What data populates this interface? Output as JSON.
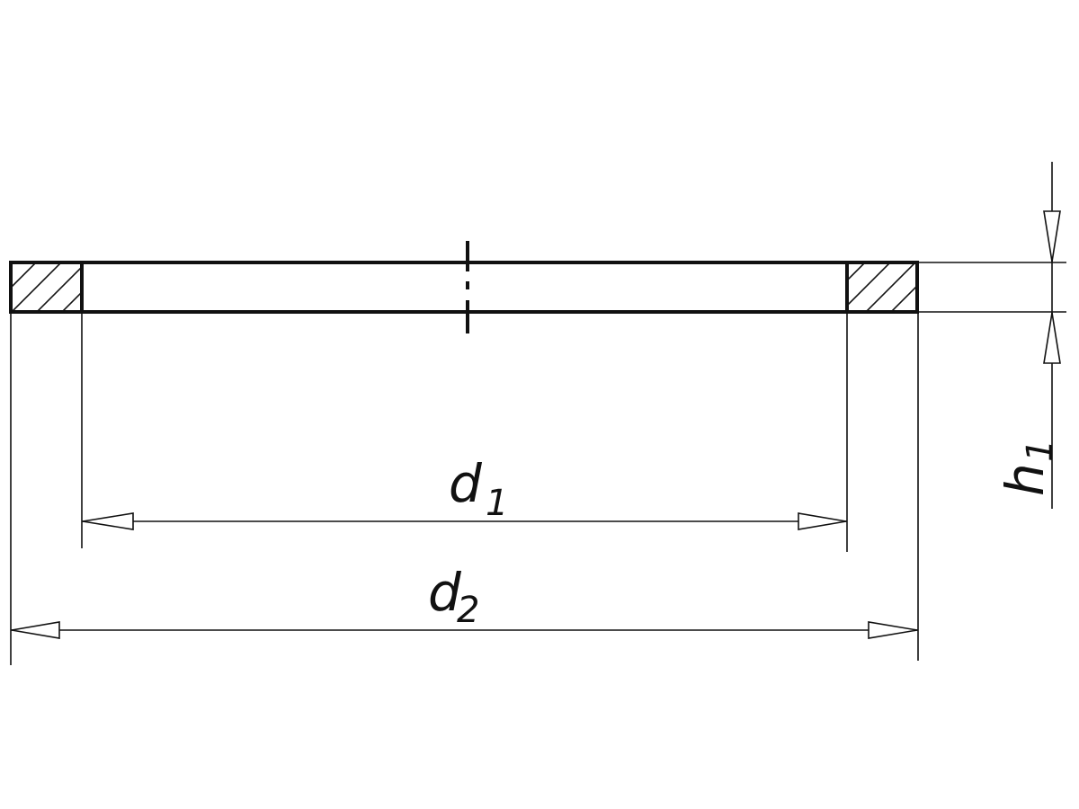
{
  "dimensions": {
    "d1": {
      "symbol": "d",
      "subscript": "1"
    },
    "d2": {
      "symbol": "d",
      "subscript": "2"
    },
    "h1": {
      "symbol": "h",
      "subscript": "1"
    }
  },
  "colors": {
    "line": "#111111",
    "background": "#ffffff"
  }
}
